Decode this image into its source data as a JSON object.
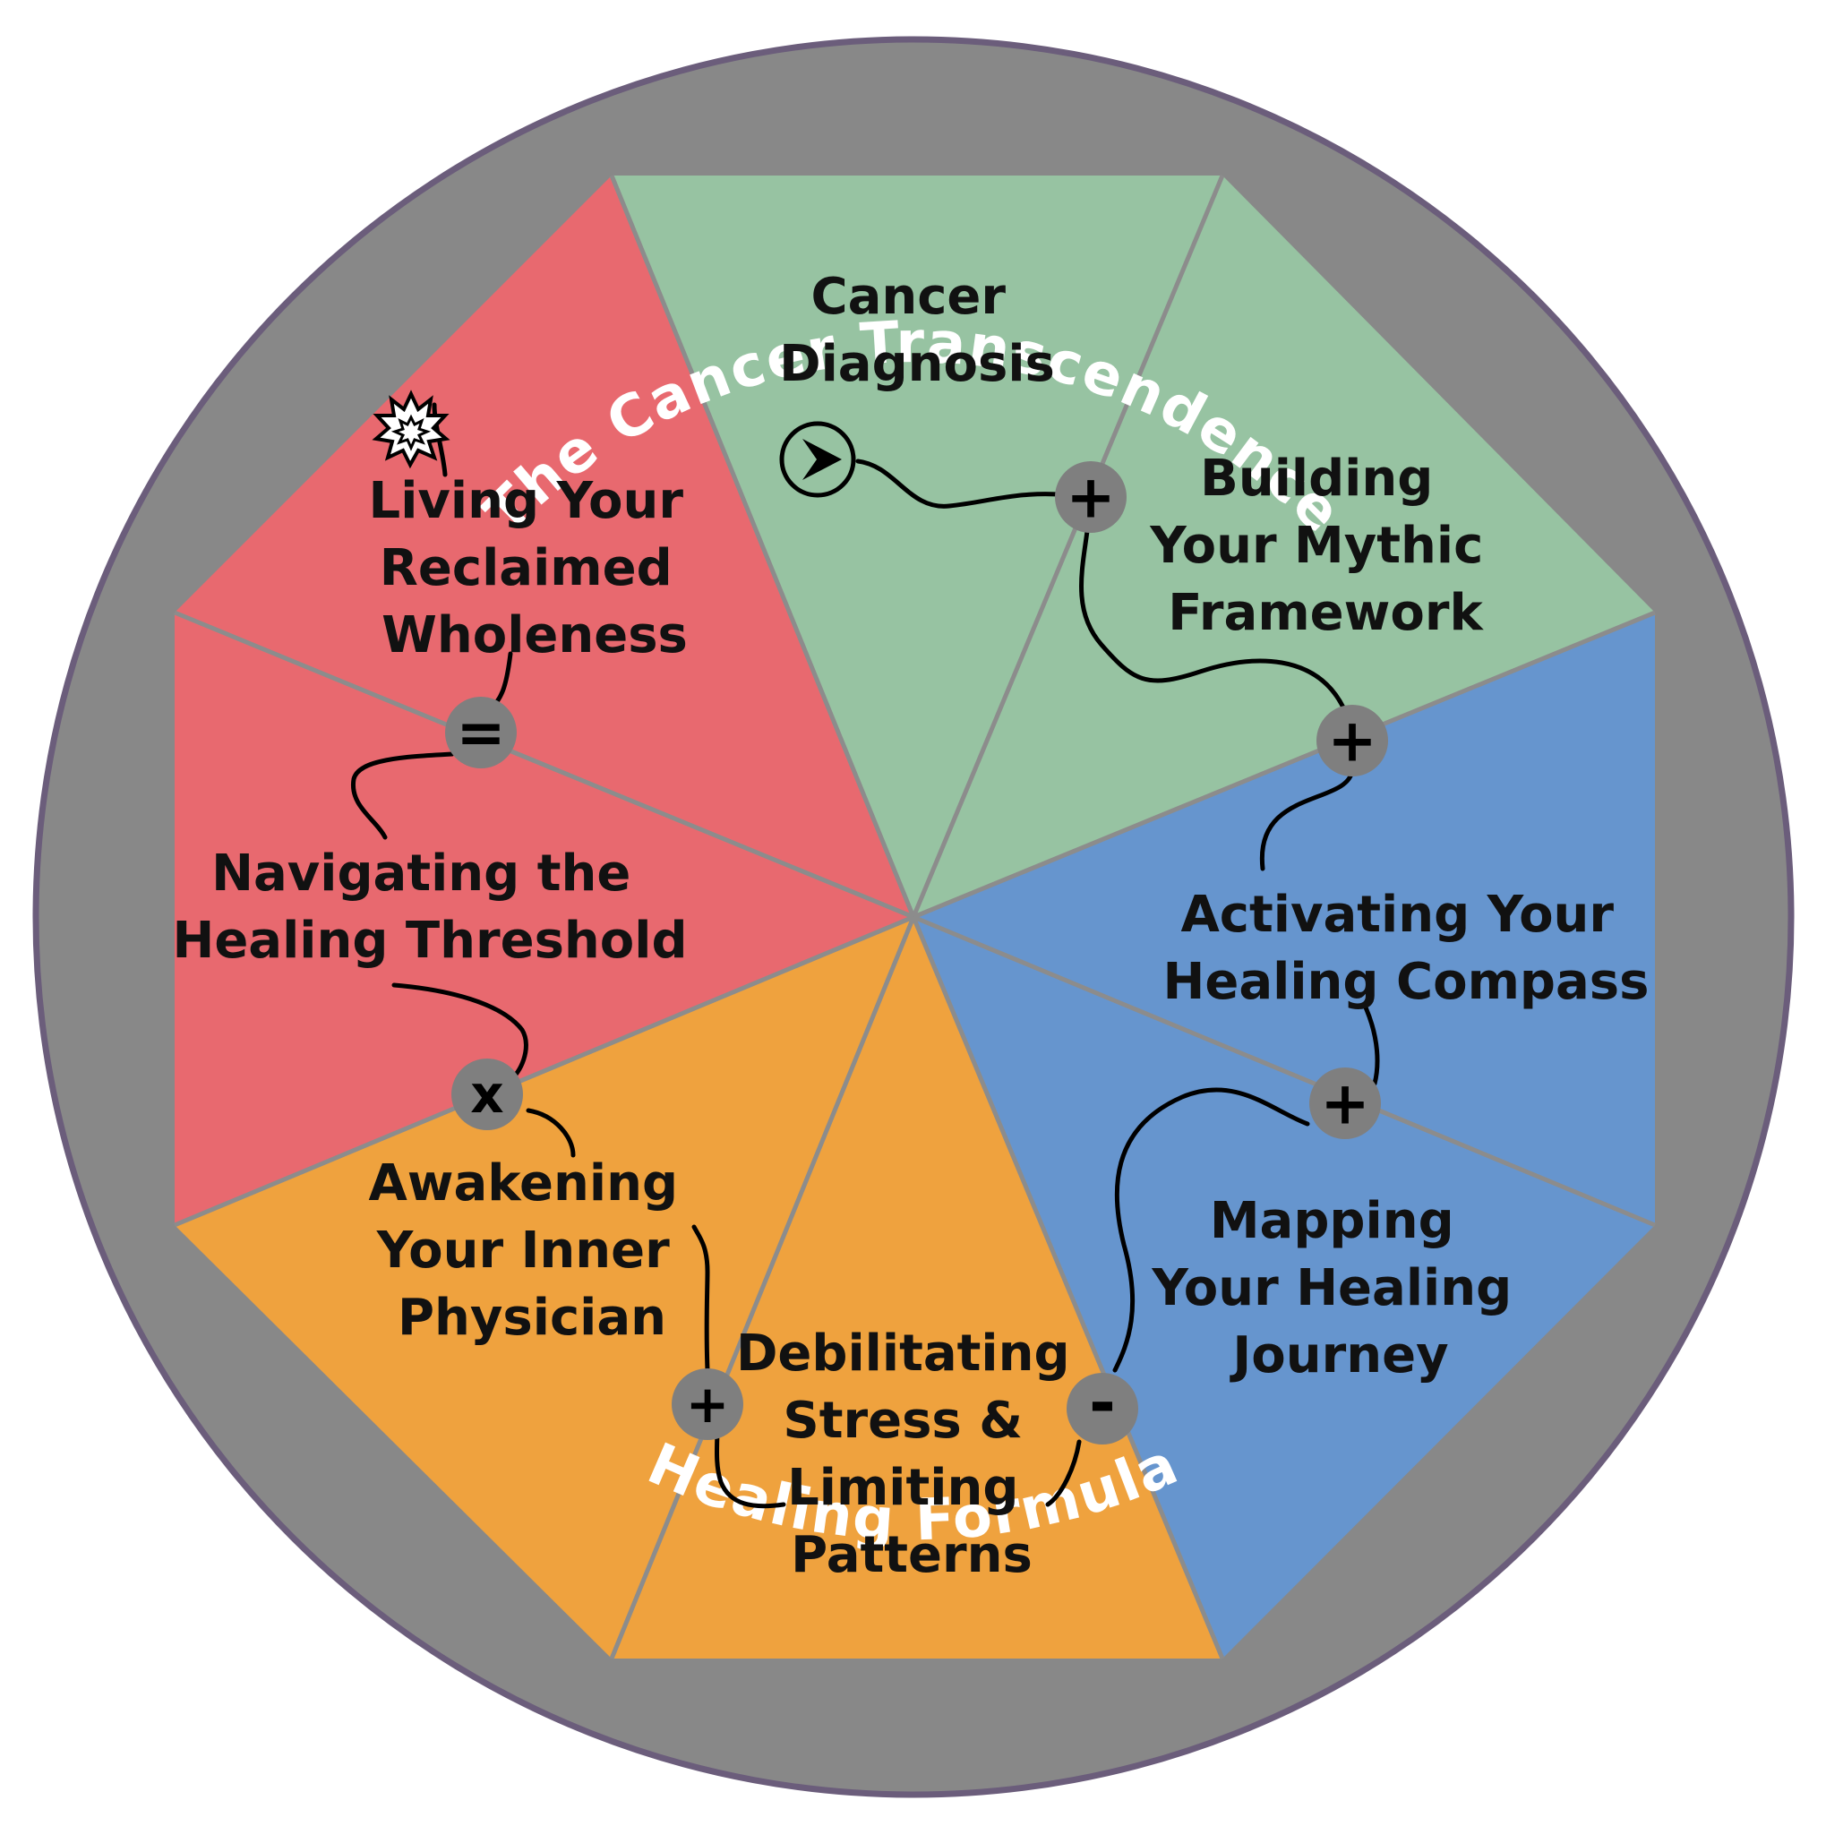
{
  "ring_title_top": "The Cancer Transcendence",
  "ring_title_bottom": "Healing Formula",
  "colors": {
    "ring": "#888888",
    "ring_outline": "#6b5d7b",
    "divider": "#8c8c8c",
    "node": "#7f7f7f",
    "green": "#97c3a2",
    "blue": "#6695ce",
    "orange": "#efa23e",
    "red": "#e8696f"
  },
  "segments": [
    {
      "id": "cancer-diagnosis",
      "lines": [
        "Cancer",
        "Diagnosis"
      ],
      "color": "green"
    },
    {
      "id": "building-mythic-framework",
      "lines": [
        "Building",
        "Your Mythic",
        "Framework"
      ],
      "color": "green"
    },
    {
      "id": "activating-healing-compass",
      "lines": [
        "Activating Your",
        "Healing Compass"
      ],
      "color": "blue"
    },
    {
      "id": "mapping-healing-journey",
      "lines": [
        "Mapping",
        "Your Healing",
        "Journey"
      ],
      "color": "blue"
    },
    {
      "id": "debilitating-stress",
      "lines": [
        "Debilitating",
        "Stress &",
        "Limiting",
        "Patterns"
      ],
      "color": "orange"
    },
    {
      "id": "awakening-inner-physician",
      "lines": [
        "Awakening",
        "Your Inner",
        "Physician"
      ],
      "color": "orange"
    },
    {
      "id": "navigating-healing-threshold",
      "lines": [
        "Navigating the",
        "Healing Threshold"
      ],
      "color": "red"
    },
    {
      "id": "living-reclaimed-wholeness",
      "lines": [
        "Living Your",
        "Reclaimed",
        "Wholeness"
      ],
      "color": "red"
    }
  ],
  "operators": [
    {
      "id": "op-1",
      "symbol": "+"
    },
    {
      "id": "op-2",
      "symbol": "+"
    },
    {
      "id": "op-3",
      "symbol": "+"
    },
    {
      "id": "op-4",
      "symbol": "-"
    },
    {
      "id": "op-5",
      "symbol": "+"
    },
    {
      "id": "op-6",
      "symbol": "x"
    },
    {
      "id": "op-7",
      "symbol": "="
    }
  ],
  "icons": {
    "start": "arrow-circle-icon",
    "end": "starburst-icon"
  }
}
